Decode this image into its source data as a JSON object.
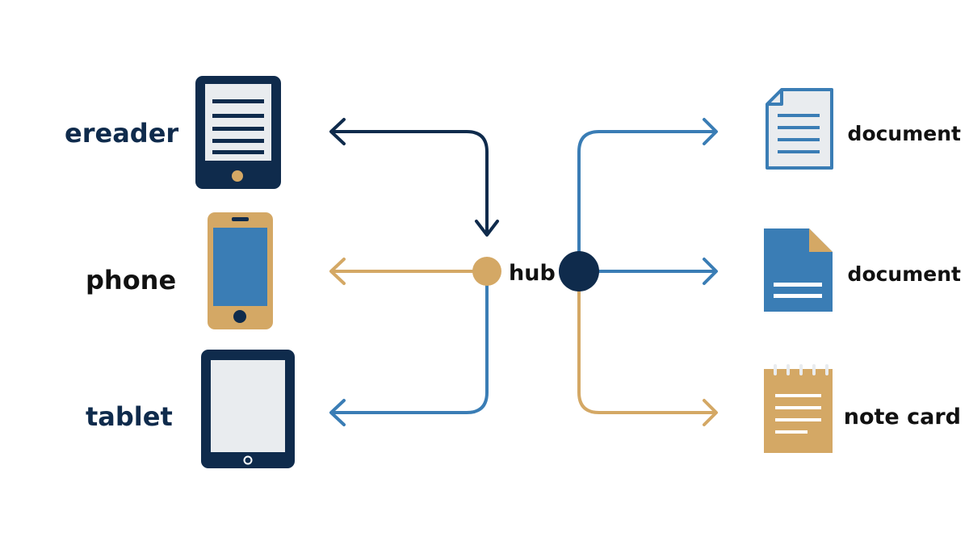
{
  "colors": {
    "navy": "#0f2b4c",
    "blue": "#3a7db5",
    "gold": "#d4a865",
    "paper": "#e9ecef",
    "white": "#ffffff",
    "black": "#111111"
  },
  "devices": [
    {
      "label": "ereader",
      "icon": "ereader-icon",
      "label_color": "#0f2b4c"
    },
    {
      "label": "phone",
      "icon": "phone-icon",
      "label_color": "#111111"
    },
    {
      "label": "tablet",
      "icon": "tablet-icon",
      "label_color": "#0f2b4c"
    }
  ],
  "hub": {
    "label": "hub"
  },
  "outputs": [
    {
      "label": "document",
      "icon": "document-icon"
    },
    {
      "label": "document",
      "icon": "document-folded-icon"
    },
    {
      "label": "note card",
      "icon": "notepad-icon"
    }
  ],
  "connections": [
    {
      "from": "ereader",
      "to": "hub",
      "direction": "both",
      "color": "navy"
    },
    {
      "from": "hub",
      "to": "phone",
      "direction": "to-device",
      "color": "gold"
    },
    {
      "from": "hub",
      "to": "tablet",
      "direction": "to-device",
      "color": "blue"
    },
    {
      "from": "hub",
      "to": "document",
      "direction": "to-output",
      "color": "blue"
    },
    {
      "from": "hub",
      "to": "document",
      "direction": "to-output",
      "color": "blue"
    },
    {
      "from": "hub",
      "to": "note card",
      "direction": "to-output",
      "color": "gold"
    }
  ]
}
